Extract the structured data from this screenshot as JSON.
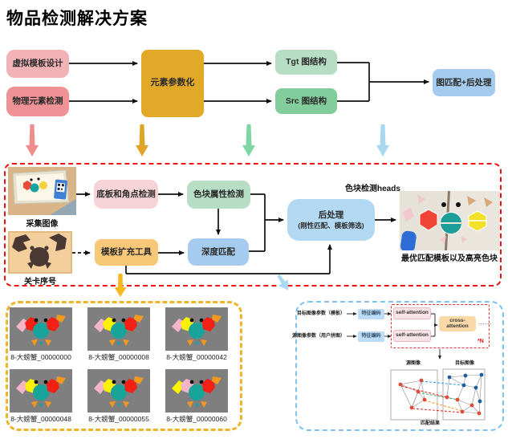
{
  "title": "物品检测解决方案",
  "palette": {
    "pink_light": "#F2B3B7",
    "pink_dark": "#EE9296",
    "gold": "#E2A928",
    "green_light": "#B7DEC5",
    "green_dark": "#82CD9B",
    "blue_box": "#A5CBEE",
    "blue_post": "#B3D9F2",
    "pink_pale": "#F5D3D6",
    "orange_box": "#F6C878",
    "red_dash": "#EA1212",
    "yellow_dash": "#F0B42C",
    "blue_dash": "#7EC3EF",
    "arrow_pink": "#F08C8C",
    "arrow_gold": "#E0A526",
    "arrow_green": "#7ED6A2",
    "arrow_blue": "#A8D8F2",
    "arrow_orange": "#F5B81E",
    "thumb_gray": "#7F7F7F",
    "encoder_blue": "#BDDCF5",
    "attn_pink": "#F8E3E6",
    "attn_orange": "#FAD9A8",
    "crab_teal": "#18A39B",
    "crab_red": "#F32015",
    "crab_orange": "#F59A1F",
    "crab_pink": "#F5B5C8",
    "crab_yellow": "#FBF202"
  },
  "top_flow": {
    "virtual_template": "虚拟模板设计",
    "physical_detect": "物理元素检测",
    "parametrize": "元素参数化",
    "tgt_graph": "Tgt 图结构",
    "src_graph": "Src 图结构",
    "graph_match": "图匹配+后处理"
  },
  "pipeline": {
    "capture_caption": "采集图像",
    "level_caption": "关卡序号",
    "board_corner": "底板和角点检测",
    "block_attr": "色块属性检测",
    "template_tool": "模板扩充工具",
    "depth_match": "深度匹配",
    "postprocess_title": "后处理",
    "postprocess_sub": "(刚性匹配、模板筛选)",
    "heads_label": "色块检测heads",
    "result_caption": "最优匹配模板以及高亮色块"
  },
  "gallery": {
    "items": [
      {
        "caption": "8-大螃蟹_00000000",
        "arm_colors": [
          "#F5B5C8",
          "#F32015"
        ]
      },
      {
        "caption": "8-大螃蟹_00000008",
        "arm_colors": [
          "#F5B5C8",
          "#FBF202"
        ]
      },
      {
        "caption": "8-大螃蟹_00000042",
        "arm_colors": [
          "#F5B5C8",
          "#FBF202"
        ]
      },
      {
        "caption": "8-大螃蟹_00000048",
        "arm_colors": [
          "#F5B5C8",
          "#FBF202"
        ]
      },
      {
        "caption": "8-大螃蟹_00000055",
        "arm_colors": [
          "#F5B5C8",
          "#FBF202"
        ]
      },
      {
        "caption": "8-大螃蟹_00000060",
        "arm_colors": [
          "#FBF202",
          "#F5B5C8"
        ]
      }
    ]
  },
  "attention": {
    "input_target": "目标图像参数（模板）",
    "input_source": "源图像参数（用户拼图）",
    "encoder": "特征编码",
    "self_attn": "self-attention",
    "cross_attn": "cross-attention",
    "dots": "......",
    "repeat": "*N",
    "src_label": "源图像",
    "tgt_label": "目标图像",
    "match_label": "匹配结果"
  }
}
